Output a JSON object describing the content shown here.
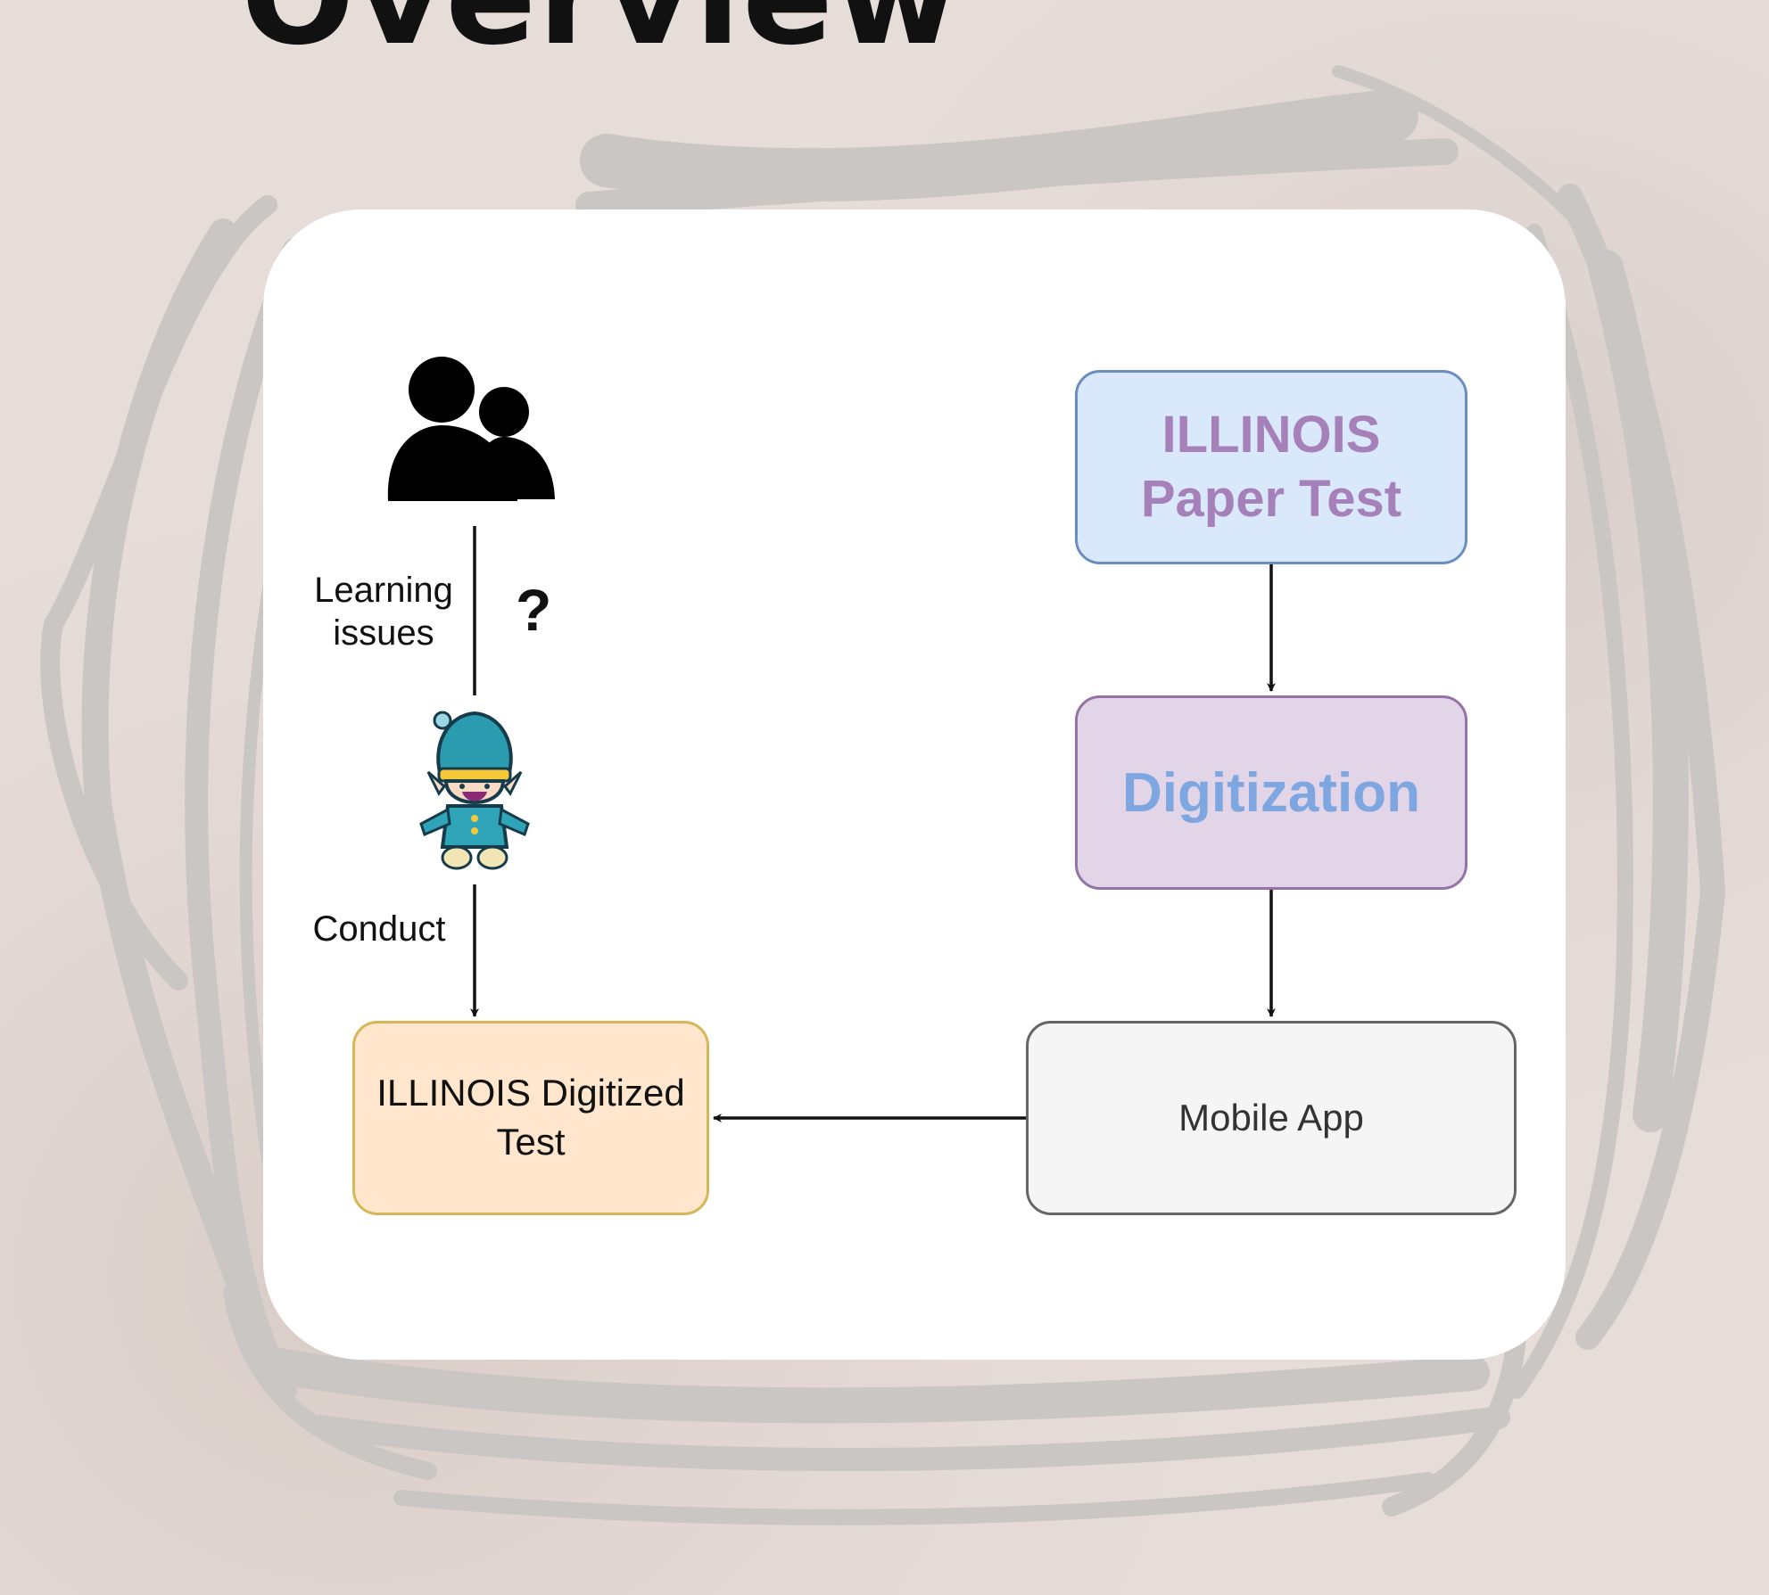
{
  "page": {
    "title": "Overview",
    "background_color": "#e6dcd8",
    "scribble_color": "#c9c6c4"
  },
  "diagram": {
    "users_icon": "users-icon",
    "character_icon": "elf-character-icon",
    "edge_learning_issues": "Learning\nissues",
    "question_mark": "?",
    "edge_conduct": "Conduct",
    "boxes": {
      "paper_test": "ILLINOIS\nPaper Test",
      "digitization": "Digitization",
      "mobile_app": "Mobile App",
      "digitized_test": "ILLINOIS Digitized\nTest"
    }
  }
}
